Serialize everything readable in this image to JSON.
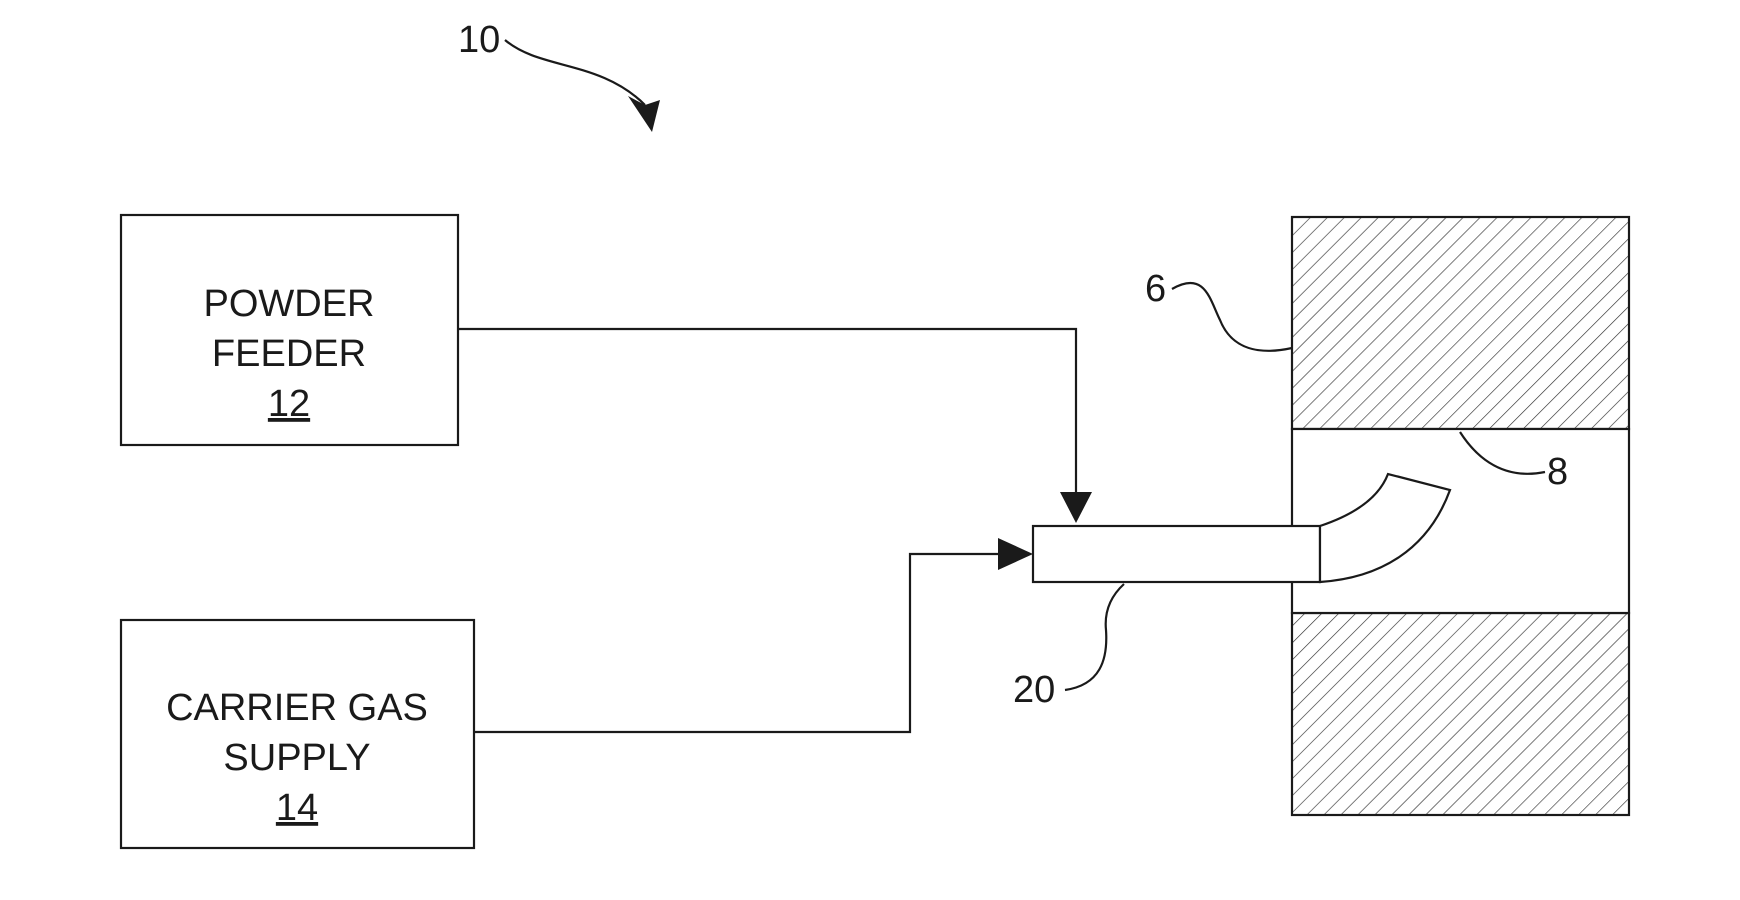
{
  "figure": {
    "reference_numeral": "10",
    "blocks": [
      {
        "line1": "POWDER",
        "line2": "FEEDER",
        "ref": "12"
      },
      {
        "line1": "CARRIER GAS",
        "line2": "SUPPLY",
        "ref": "14"
      }
    ],
    "callouts": {
      "wall": "6",
      "bore": "8",
      "nozzle": "20"
    }
  }
}
